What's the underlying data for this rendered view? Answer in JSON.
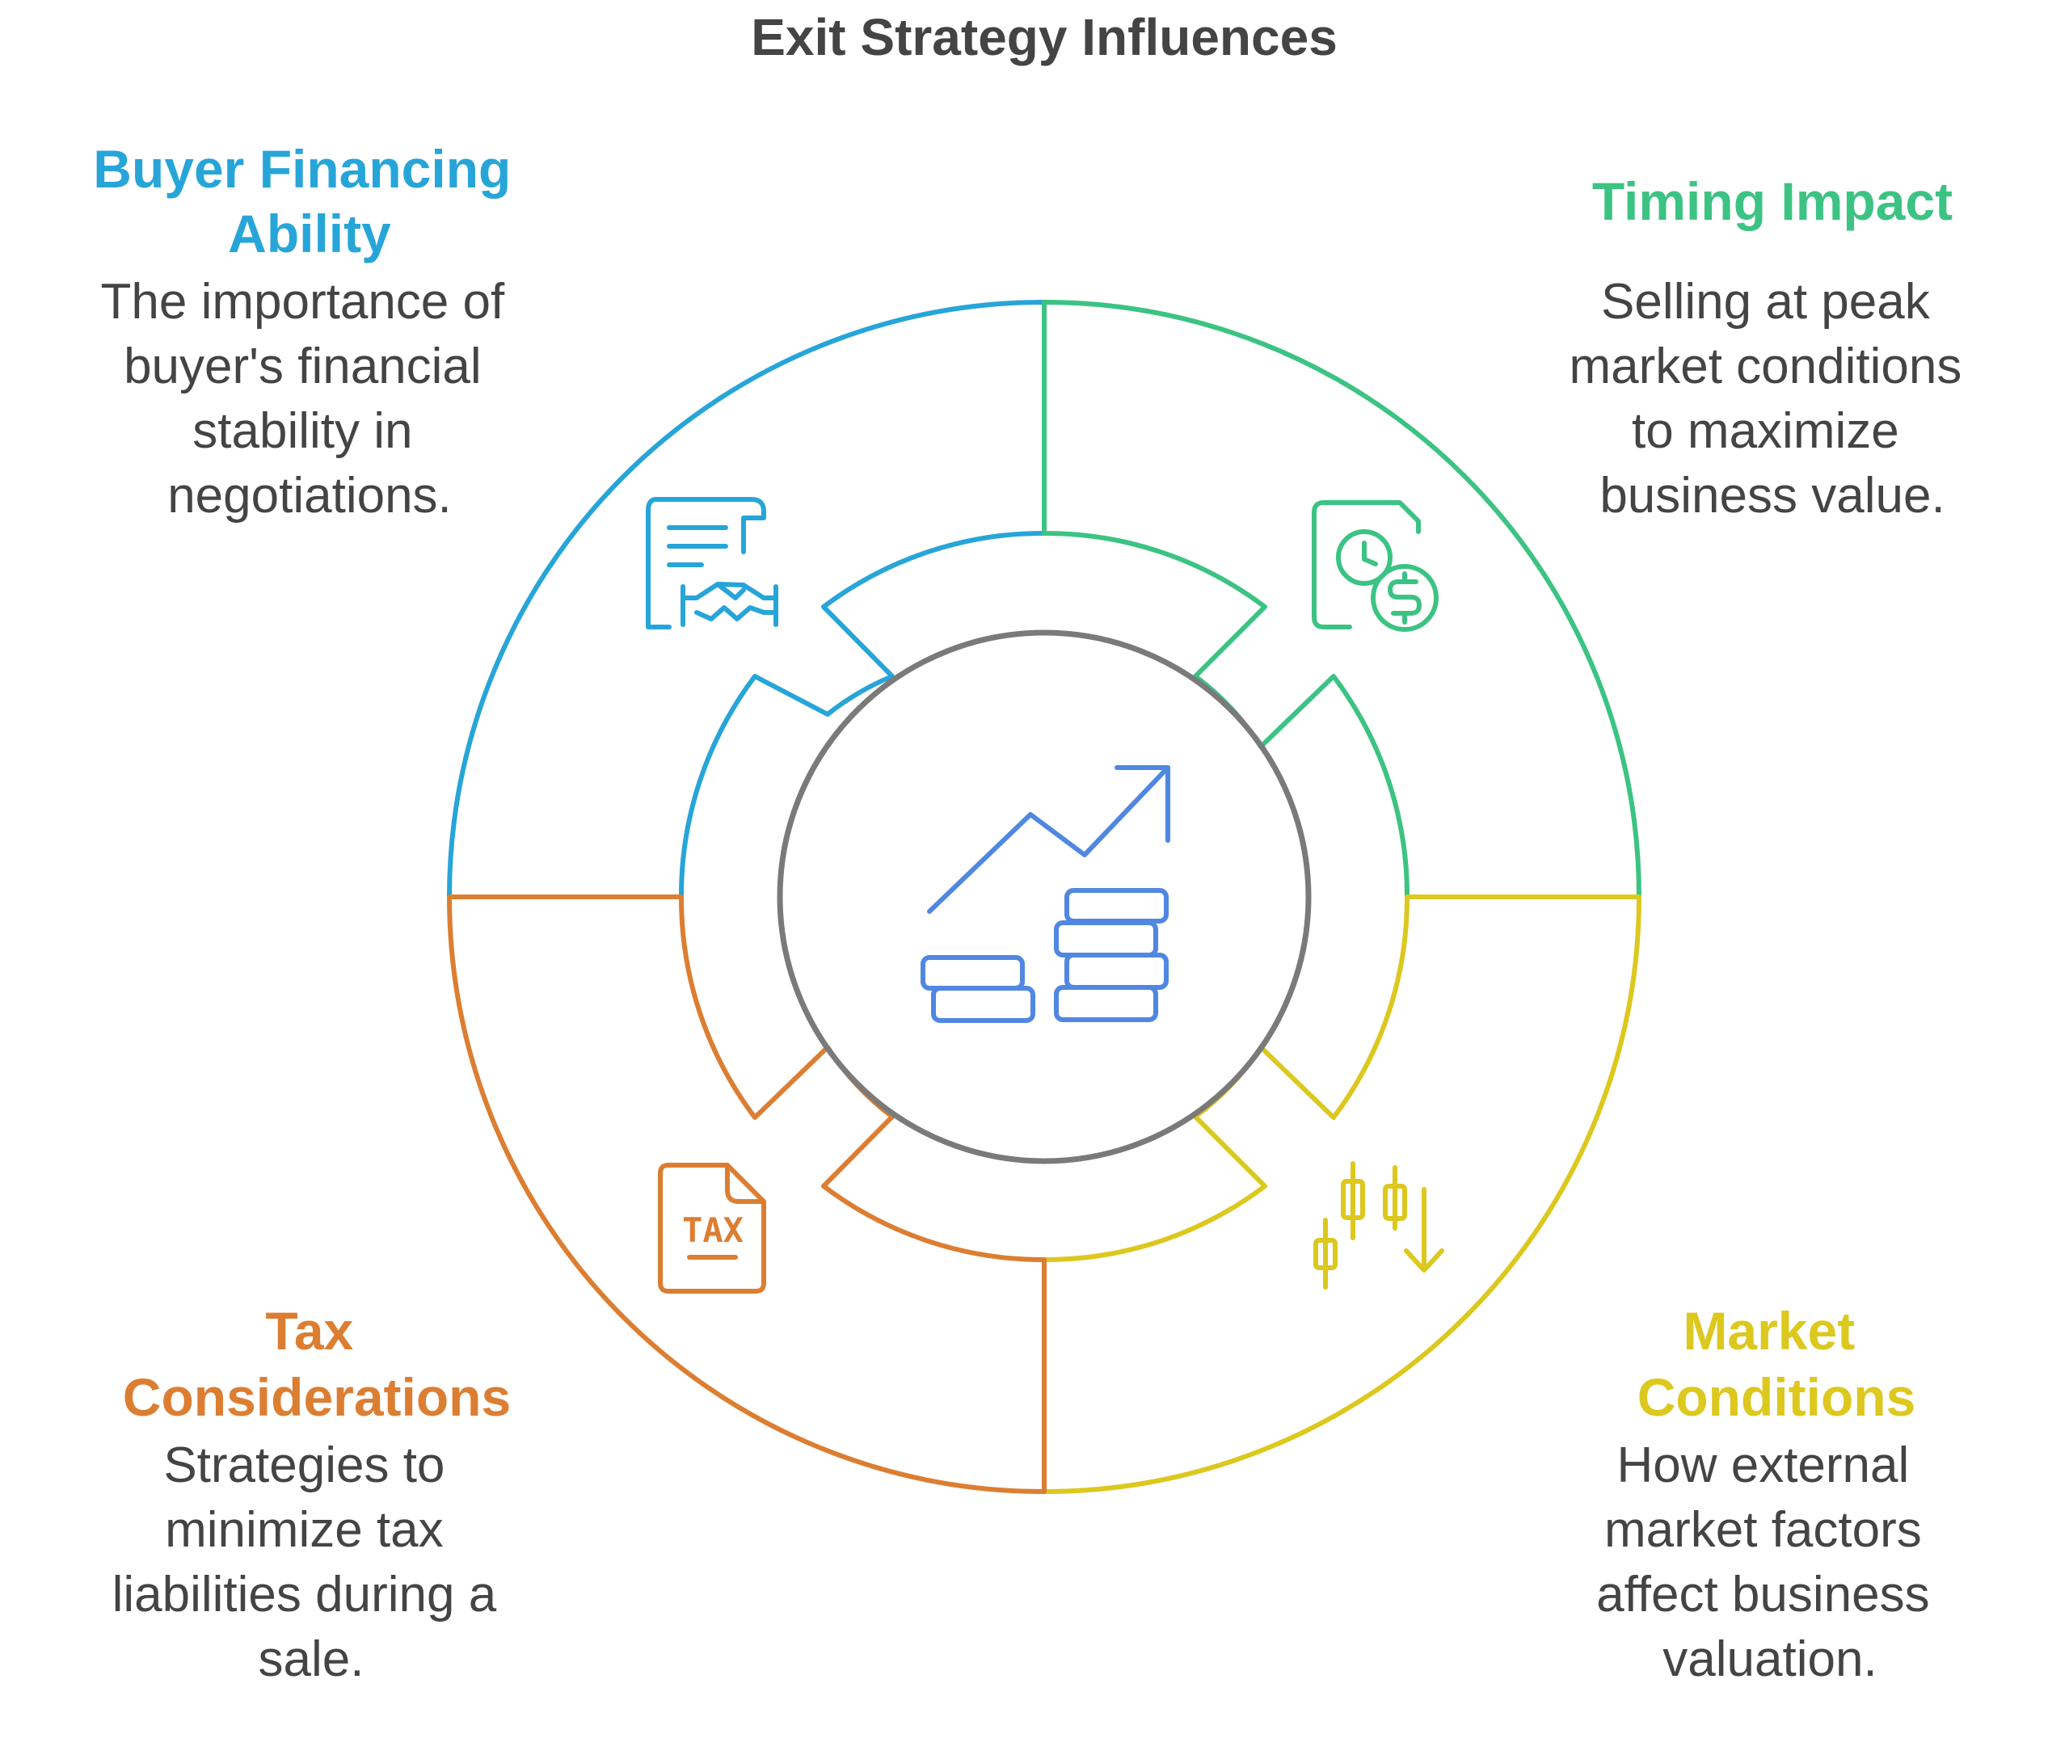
{
  "title": "Exit Strategy Influences",
  "colors": {
    "buyer": "#27a5d8",
    "timing": "#3cc383",
    "market": "#dcc81e",
    "tax": "#dc7e32",
    "center": "#5087e1",
    "hub": "#7a7a7a",
    "text": "#444444"
  },
  "sections": {
    "buyer": {
      "heading": [
        "Buyer Financing",
        "Ability"
      ],
      "text": [
        "The importance of",
        "buyer's financial",
        "stability in",
        "negotiations."
      ],
      "icon": "contract-handshake-icon"
    },
    "timing": {
      "heading": [
        "Timing Impact"
      ],
      "text": [
        "Selling at peak",
        "market conditions",
        "to maximize",
        "business value."
      ],
      "icon": "clock-dollar-document-icon"
    },
    "tax": {
      "heading": [
        "Tax",
        "Considerations"
      ],
      "text": [
        "Strategies to",
        "minimize tax",
        "liabilities during a",
        "sale."
      ],
      "icon": "tax-document-icon"
    },
    "market": {
      "heading": [
        "Market",
        "Conditions"
      ],
      "text": [
        "How external",
        "market factors",
        "affect business",
        "valuation."
      ],
      "icon": "candlestick-down-icon"
    }
  },
  "center": {
    "icon": "growth-chart-coins-icon"
  }
}
